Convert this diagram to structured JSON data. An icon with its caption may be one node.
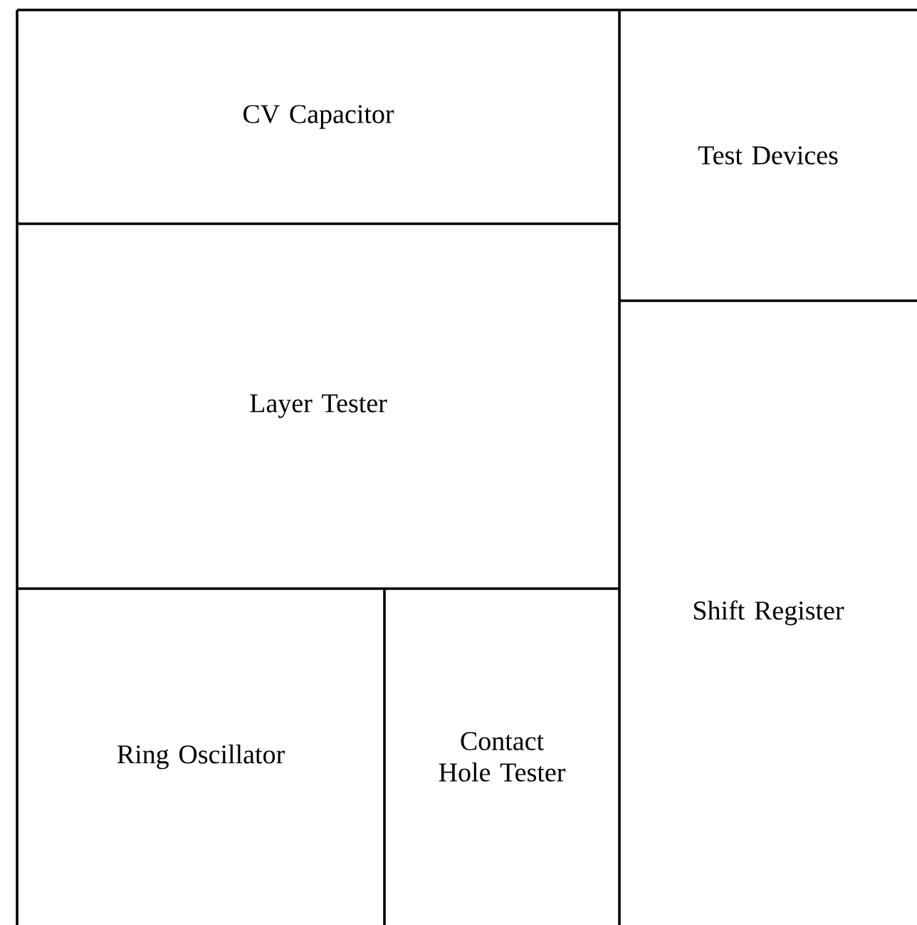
{
  "diagram": {
    "nodes": [
      {
        "text": [
          "CV Capacitor"
        ]
      },
      {
        "text": [
          "Test Devices"
        ]
      },
      {
        "text": [
          "Layer Tester"
        ]
      },
      {
        "text": [
          "Shift Register"
        ]
      },
      {
        "text": [
          "Ring Oscillator"
        ]
      },
      {
        "text": [
          "Contact Hole Tester"
        ]
      }
    ]
  }
}
